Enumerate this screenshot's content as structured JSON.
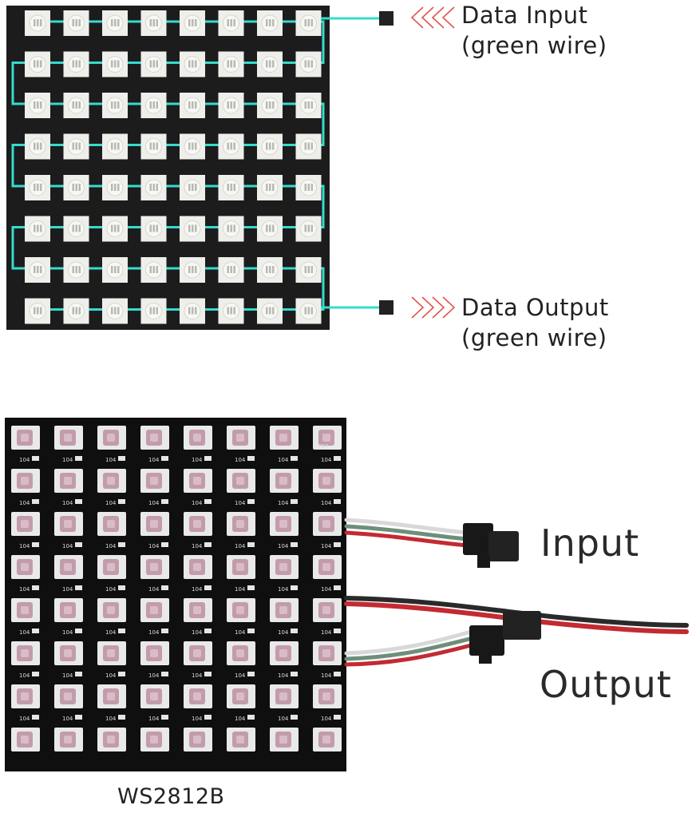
{
  "matrix": {
    "rows": 8,
    "cols": 8,
    "colors": {
      "board": "#1c1c1c",
      "pixel": "#eeeeea",
      "wire": "#35dccb",
      "arrow": "#e0554f",
      "terminal": "#222222"
    }
  },
  "labels": {
    "data_input_line1": "Data Input",
    "data_input_line2": "(green wire)",
    "data_output_line1": "Data Output",
    "data_output_line2": "(green wire)",
    "input": "Input",
    "output": "Output",
    "product_name": "WS2812B"
  },
  "pcb": {
    "resistor_text": "104",
    "corner_text": "75R",
    "colors": {
      "board": "#0f0f0f",
      "led_body": "#e9e9e9",
      "led_die": "#c29cab",
      "wire_green": "#6d8f7a",
      "wire_white": "#d8d8d8",
      "wire_red": "#c32a32",
      "wire_black": "#2a2a2a",
      "connector": "#181818"
    }
  }
}
